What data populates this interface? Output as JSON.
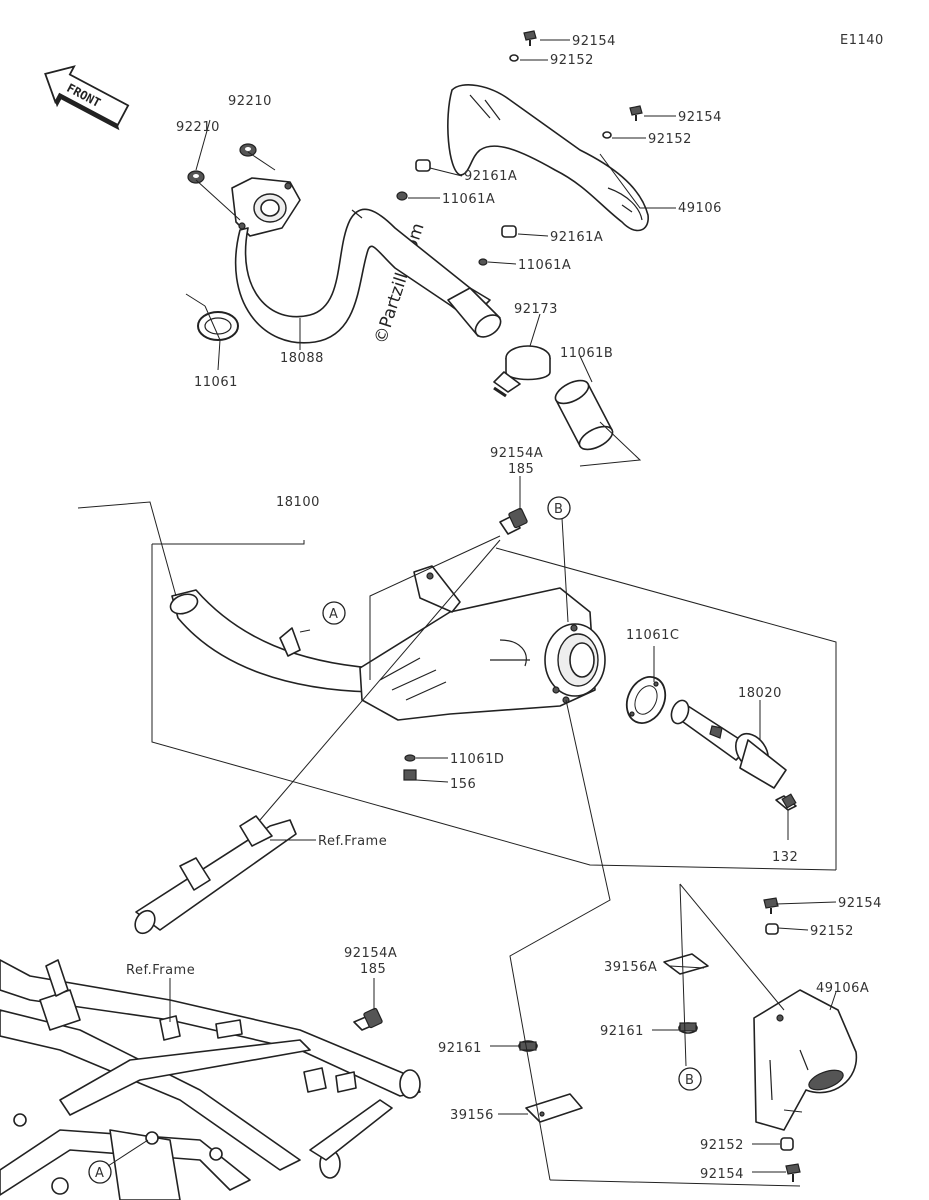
{
  "diagram_id": "E1140",
  "watermark": "©Partzilla.com",
  "front_badge": "FRONT",
  "callouts": {
    "a": "A",
    "b": "B"
  },
  "labels": {
    "p92154_top": "92154",
    "p92152_top": "92152",
    "p92154_r": "92154",
    "p92152_r": "92152",
    "p92161a_1": "92161A",
    "p11061a_1": "11061A",
    "p49106": "49106",
    "p92161a_2": "92161A",
    "p11061a_2": "11061A",
    "p92210_a": "92210",
    "p92210_b": "92210",
    "p92173": "92173",
    "p11061b": "11061B",
    "p18088": "18088",
    "p11061": "11061",
    "p92154a_top": "92154A",
    "p185_top": "185",
    "p18100": "18100",
    "p11061c": "11061C",
    "p18020": "18020",
    "p11061d": "11061D",
    "p156": "156",
    "ref_frame_1": "Ref.Frame",
    "p132": "132",
    "p92154_br": "92154",
    "p92152_br": "92152",
    "p39156a": "39156A",
    "p49106a": "49106A",
    "p92161_r": "92161",
    "p92161_l": "92161",
    "ref_frame_2": "Ref.Frame",
    "p92154a_bot": "92154A",
    "p185_bot": "185",
    "p39156": "39156",
    "p92152_bot": "92152",
    "p92154_bot": "92154"
  }
}
